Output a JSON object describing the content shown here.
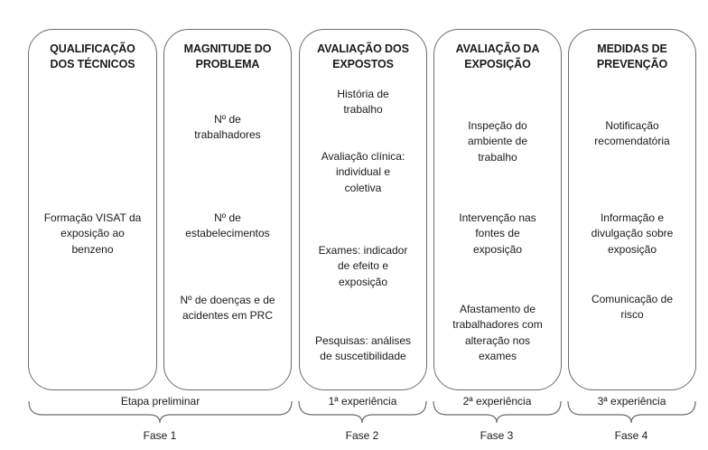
{
  "columns": [
    {
      "title": [
        "QUALIFICAÇÃO",
        "DOS TÉCNICOS"
      ],
      "items": [
        {
          "lines": [
            "Formação VISAT da",
            "exposição ao",
            "benzeno"
          ]
        }
      ]
    },
    {
      "title": [
        "MAGNITUDE DO",
        "PROBLEMA"
      ],
      "items": [
        {
          "lines": [
            "Nº de",
            "trabalhadores"
          ]
        },
        {
          "lines": [
            "Nº de",
            "estabelecimentos"
          ]
        },
        {
          "lines": [
            "Nº de doenças e de",
            "acidentes em PRC"
          ]
        }
      ]
    },
    {
      "title": [
        "AVALIAÇÃO DOS",
        "EXPOSTOS"
      ],
      "items": [
        {
          "lines": [
            "História de",
            "trabalho"
          ]
        },
        {
          "lines": [
            "Avaliação clínica:",
            "individual e",
            "coletiva"
          ]
        },
        {
          "lines": [
            "Exames: indicador",
            "de efeito e",
            "exposição"
          ]
        },
        {
          "lines": [
            "Pesquisas: análises",
            "de suscetibilidade"
          ]
        }
      ]
    },
    {
      "title": [
        "AVALIAÇÃO DA",
        "EXPOSIÇÃO"
      ],
      "items": [
        {
          "lines": [
            "Inspeção do",
            "ambiente de",
            "trabalho"
          ]
        },
        {
          "lines": [
            "Intervenção nas",
            "fontes de",
            "exposição"
          ]
        },
        {
          "lines": [
            "Afastamento de",
            "trabalhadores com",
            "alteração nos",
            "exames"
          ]
        }
      ]
    },
    {
      "title": [
        "MEDIDAS DE",
        "PREVENÇÃO"
      ],
      "items": [
        {
          "lines": [
            "Notificação",
            "recomendatória"
          ]
        },
        {
          "lines": [
            "Informação e",
            "divulgação sobre",
            "exposição"
          ]
        },
        {
          "lines": [
            "Comunicação de",
            "risco"
          ]
        }
      ]
    }
  ],
  "stages": [
    "Etapa preliminar",
    "1ª experiência",
    "2ª experiência",
    "3ª experiência"
  ],
  "phases": [
    "Fase 1",
    "Fase 2",
    "Fase 3",
    "Fase 4"
  ],
  "colors": {
    "stroke": "#6d6d6d",
    "text": "#1a1a1a",
    "background": "#ffffff"
  }
}
